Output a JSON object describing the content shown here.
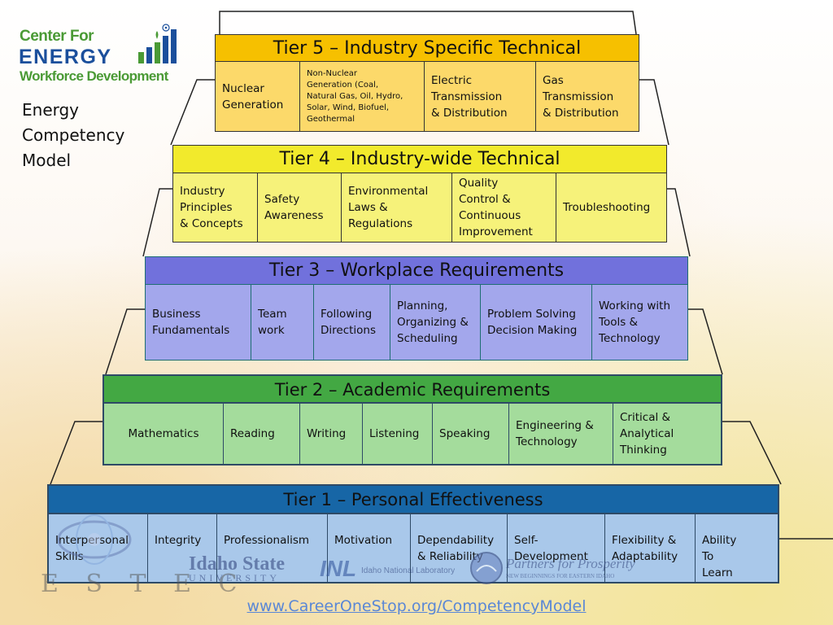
{
  "logo": {
    "line1": "Center For",
    "line2": "ENERGY",
    "line3": "Workforce Development",
    "colors": {
      "green": "#4a9a35",
      "blue": "#1b4f9c"
    }
  },
  "subtitle": "Energy\nCompetency\nModel",
  "tiers": {
    "t5": {
      "title": "Tier 5 – Industry Specific Technical",
      "header_color": "#f6c000",
      "cell_color": "#fcd96a",
      "cells": [
        "Nuclear\nGeneration",
        "Non-Nuclear\nGeneration (Coal,\nNatural Gas, Oil, Hydro,\nSolar, Wind, Biofuel,\nGeothermal",
        "Electric\nTransmission\n& Distribution",
        "Gas\nTransmission\n& Distribution"
      ]
    },
    "t4": {
      "title": "Tier 4 – Industry-wide Technical",
      "header_color": "#f2ea2c",
      "cell_color": "#f6f27a",
      "cells": [
        "Industry\nPrinciples\n& Concepts",
        "Safety\nAwareness",
        "Environmental\nLaws &\nRegulations",
        "Quality\nControl &\nContinuous\nImprovement",
        "Troubleshooting"
      ]
    },
    "t3": {
      "title": "Tier 3 – Workplace Requirements",
      "header_color": "#7171dc",
      "cell_color": "#a3a7ec",
      "cells": [
        "Business\nFundamentals",
        "Team\nwork",
        "Following\nDirections",
        "Planning,\nOrganizing &\nScheduling",
        "Problem Solving\nDecision Making",
        "Working with\nTools &\nTechnology"
      ]
    },
    "t2": {
      "title": "Tier 2 – Academic Requirements",
      "header_color": "#43a843",
      "cell_color": "#a4dc9c",
      "cells": [
        "Mathematics",
        "Reading",
        "Writing",
        "Listening",
        "Speaking",
        "Engineering &\nTechnology",
        "Critical &\nAnalytical\nThinking"
      ]
    },
    "t1": {
      "title": "Tier 1 – Personal Effectiveness",
      "header_color": "#1766a6",
      "cell_color": "#a9c8ea",
      "cells": [
        "Interpersonal\nSkills",
        "Integrity",
        "Professionalism",
        "Motivation",
        "Dependability\n& Reliability",
        "Self-\nDevelopment",
        "Flexibility &\nAdaptability",
        "Ability\nTo\nLearn"
      ]
    }
  },
  "watermarks": {
    "estec": "E S T E C",
    "isu": "Idaho State",
    "isu_sub": "UNIVERSITY",
    "inl": "INL",
    "inl_sub": "Idaho National Laboratory",
    "pfp": "Partners for Prosperity",
    "pfp_sub": "NEW BEGINNINGS FOR EASTERN IDAHO"
  },
  "footer_url": "www.CareerOneStop.org/CompetencyModel"
}
